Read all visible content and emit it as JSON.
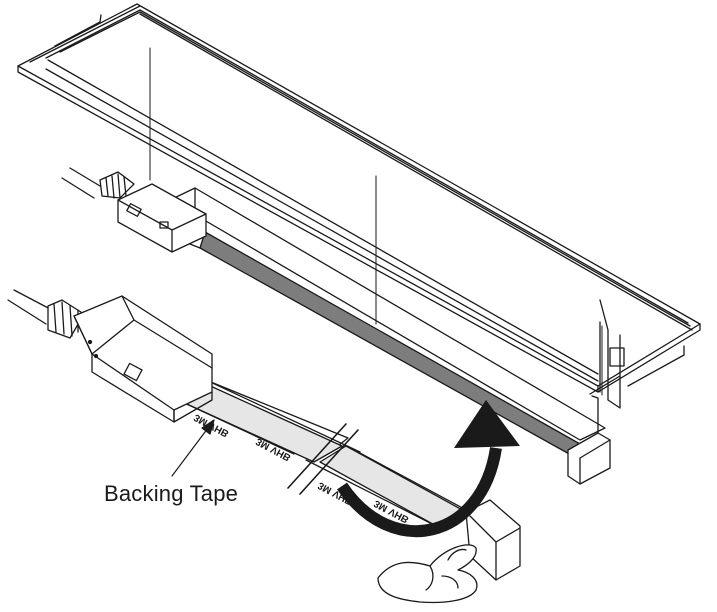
{
  "callouts": {
    "backing_tape": "Backing Tape"
  },
  "tape_print": {
    "brand": "3M",
    "code": "VHB"
  },
  "colors": {
    "line": "#1a1a1a",
    "led_strip": "#7d7d7d",
    "backing_tape": "#e6e6e6",
    "background": "#ffffff"
  }
}
